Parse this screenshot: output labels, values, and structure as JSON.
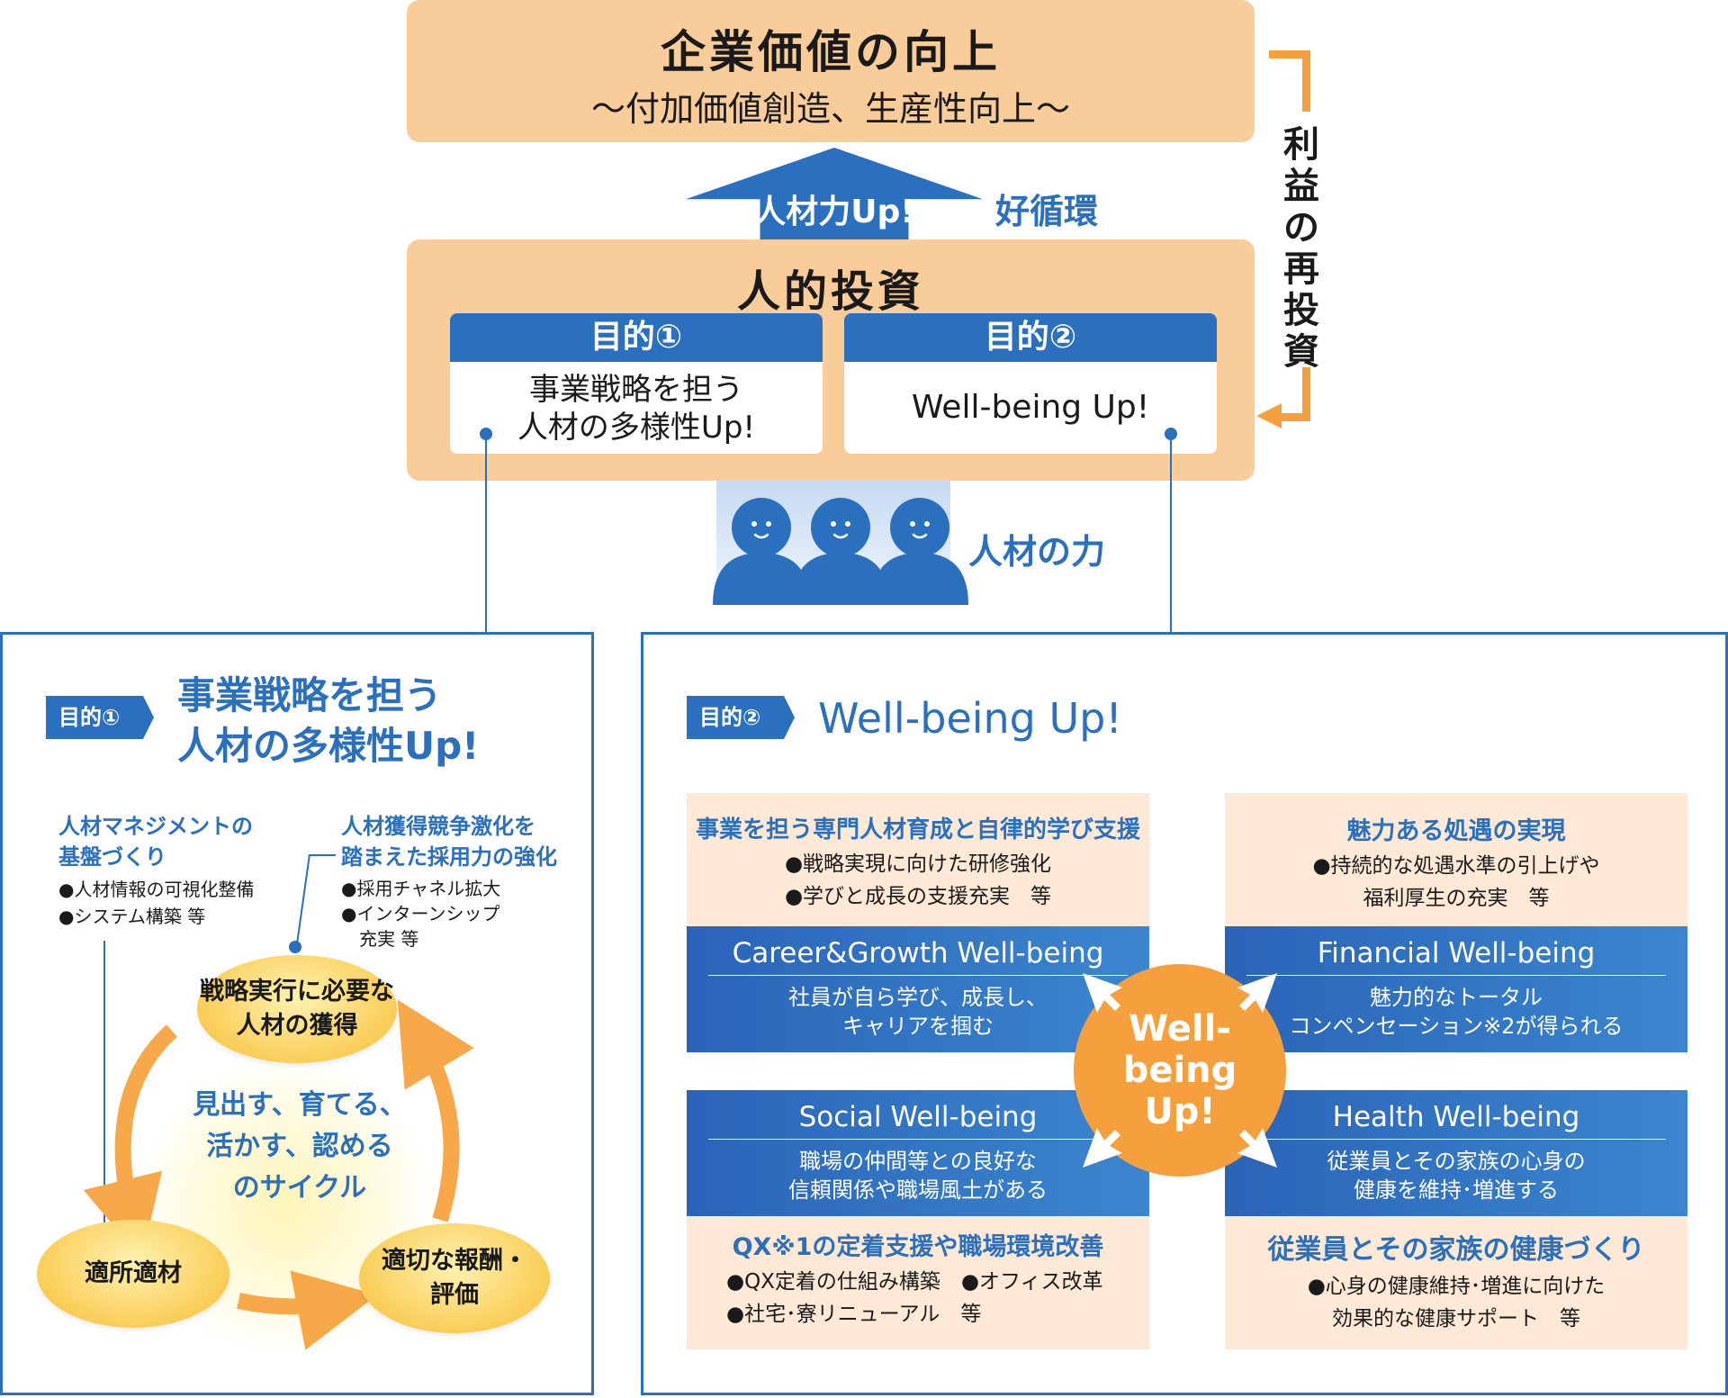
{
  "top": {
    "title": "企業価値の向上",
    "subtitle": "〜付加価値創造、生産性向上〜"
  },
  "arrow_label": "人材力Up!",
  "cycle_label": "好循環",
  "reinvest": [
    "利",
    "益",
    "の",
    "再",
    "投",
    "資"
  ],
  "investment": {
    "title": "人的投資",
    "purpose1": {
      "header": "目的①",
      "body": [
        "事業戦略を担う",
        "人材の多様性Up!"
      ]
    },
    "purpose2": {
      "header": "目的②",
      "body": "Well-being Up!"
    }
  },
  "people_label": "人材の力",
  "left_panel": {
    "tag": "目的①",
    "title": [
      "事業戦略を担う",
      "人材の多様性Up!"
    ],
    "note1": {
      "heading": [
        "人材マネジメントの",
        "基盤づくり"
      ],
      "items": [
        "●人材情報の可視化整備",
        "●システム構築 等"
      ]
    },
    "note2": {
      "heading": [
        "人材獲得競争激化を",
        "踏まえた採用力の強化"
      ],
      "items": [
        "●採用チャネル拡大",
        "●インターンシップ",
        "　充実 等"
      ]
    },
    "cycle": {
      "top": [
        "戦略実行に必要な",
        "人材の獲得"
      ],
      "center": [
        "見出す、育てる、",
        "活かす、認める",
        "のサイクル"
      ],
      "left": "適所適材",
      "right": [
        "適切な報酬・",
        "評価"
      ]
    }
  },
  "right_panel": {
    "tag": "目的②",
    "title": "Well-being Up!",
    "center": [
      "Well-being",
      "Up!"
    ],
    "q1": {
      "heading": "事業を担う専門人材育成と自律的学び支援",
      "items": [
        "●戦略実現に向けた研修強化",
        "●学びと成長の支援充実　等"
      ],
      "wb_title": "Career&Growth Well-being",
      "wb_desc": [
        "社員が自ら学び、成長し、",
        "キャリアを掴む"
      ]
    },
    "q2": {
      "heading": "魅力ある処遇の実現",
      "items": [
        "●持続的な処遇水準の引上げや",
        "福利厚生の充実　等"
      ],
      "wb_title": "Financial Well-being",
      "wb_desc": [
        "魅力的なトータル",
        "コンペンセーション※2が得られる"
      ]
    },
    "q3": {
      "wb_title": "Social Well-being",
      "wb_desc": [
        "職場の仲間等との良好な",
        "信頼関係や職場風土がある"
      ],
      "heading": "QX※1の定着支援や職場環境改善",
      "items": [
        "●QX定着の仕組み構築　●オフィス改革",
        "●社宅･寮リニューアル　等"
      ]
    },
    "q4": {
      "wb_title": "Health Well-being",
      "wb_desc": [
        "従業員とその家族の心身の",
        "健康を維持･増進する"
      ],
      "heading": "従業員とその家族の健康づくり",
      "items": [
        "●心身の健康維持･増進に向けた",
        "効果的な健康サポート　等"
      ]
    }
  },
  "colors": {
    "blue": "#2b6fbf",
    "peach": "#f9cd9a",
    "cream": "#fde9d6",
    "orange": "#f5a03c"
  }
}
